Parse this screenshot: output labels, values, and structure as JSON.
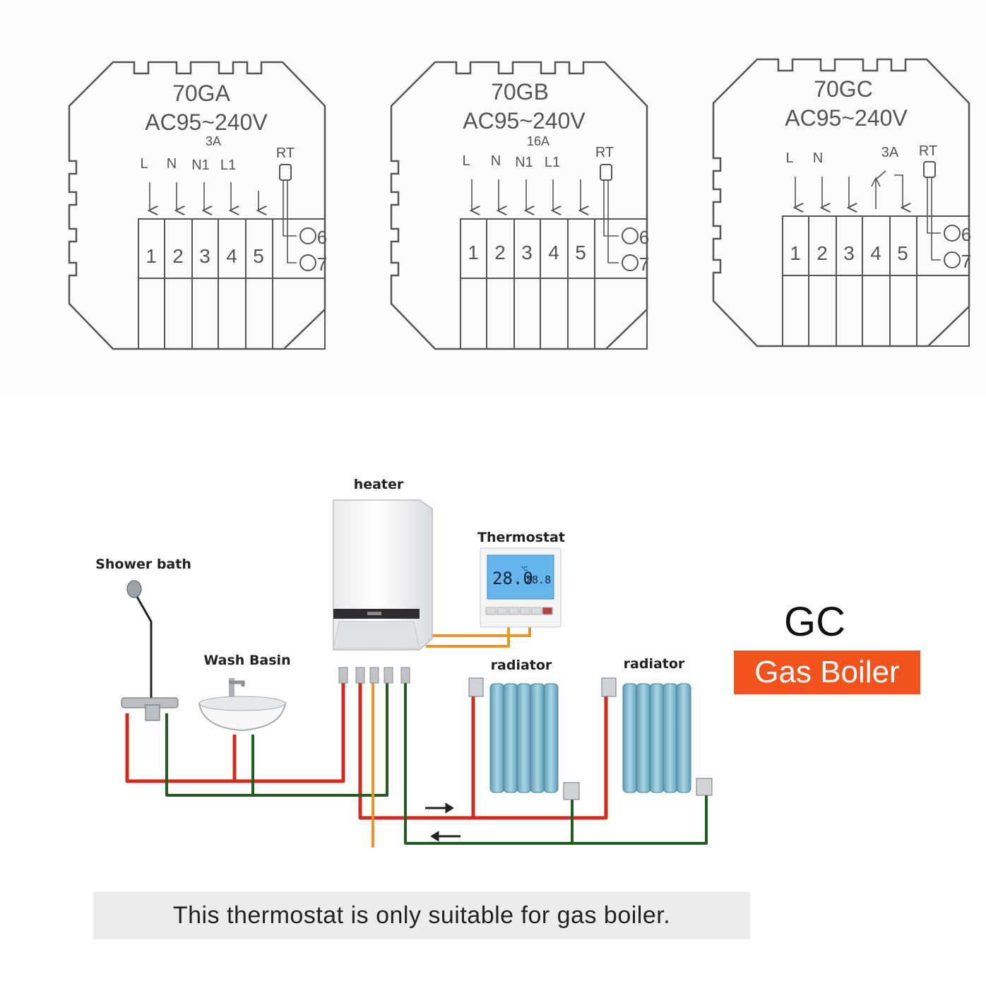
{
  "panels": [
    {
      "model": "70GA",
      "voltage": "AC95~240V",
      "current": "3A",
      "sensor": "RT",
      "terminal_labels": [
        "L",
        "N",
        "N1",
        "L1"
      ],
      "terminals": [
        "1",
        "2",
        "3",
        "4",
        "5"
      ],
      "outputs": [
        "6",
        "7"
      ]
    },
    {
      "model": "70GB",
      "voltage": "AC95~240V",
      "current": "16A",
      "sensor": "RT",
      "terminal_labels": [
        "L",
        "N",
        "N1",
        "L1"
      ],
      "terminals": [
        "1",
        "2",
        "3",
        "4",
        "5"
      ],
      "outputs": [
        "6",
        "7"
      ]
    },
    {
      "model": "70GC",
      "voltage": "AC95~240V",
      "current": "3A",
      "sensor": "RT",
      "terminal_labels": [
        "L",
        "N"
      ],
      "terminals": [
        "1",
        "2",
        "3",
        "4",
        "5"
      ],
      "outputs": [
        "6",
        "7"
      ]
    }
  ],
  "system": {
    "heater": "heater",
    "thermostat": "Thermostat",
    "thermostat_display": {
      "main": "28.0",
      "set": "28.8",
      "unit": "°C"
    },
    "shower": "Shower bath",
    "basin": "Wash Basin",
    "radiator_left": "radiator",
    "radiator_right": "radiator"
  },
  "badge": {
    "code": "GC",
    "type": "Gas Boiler"
  },
  "note": "This thermostat is only suitable for gas boiler.",
  "colors": {
    "hot_pipe": "#d42a1e",
    "return_pipe": "#1f5e1f",
    "gas_pipe": "#e8962a",
    "badge_bg": "#f2521c",
    "radiator": "#8ec6dc"
  }
}
